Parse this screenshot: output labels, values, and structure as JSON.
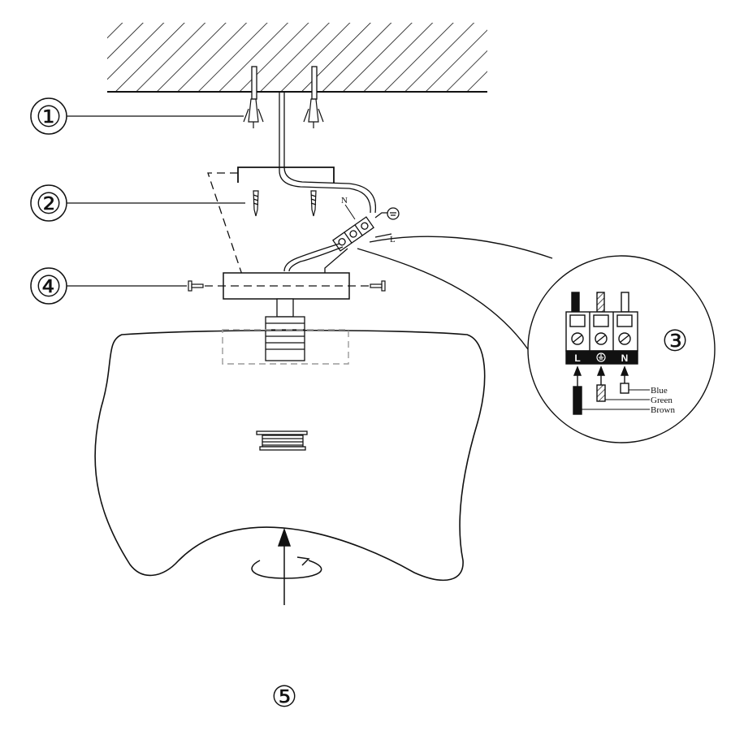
{
  "steps": {
    "step1": "①",
    "step2": "②",
    "step3": "③",
    "step4": "④",
    "step5": "⑤"
  },
  "wire_labels": {
    "neutral": "N",
    "live": "L"
  },
  "terminal": {
    "live": "L",
    "earth": "⏚",
    "neutral": "N"
  },
  "wire_colors": {
    "blue": "Blue",
    "green": "Green",
    "brown": "Brown"
  },
  "colors": {
    "line": "#111111",
    "hidden_line": "#9a9a9a",
    "background": "#ffffff"
  },
  "icons": [
    "wall-plug-icon",
    "screw-icon",
    "rotate-arrow-icon",
    "earth-symbol-icon"
  ]
}
